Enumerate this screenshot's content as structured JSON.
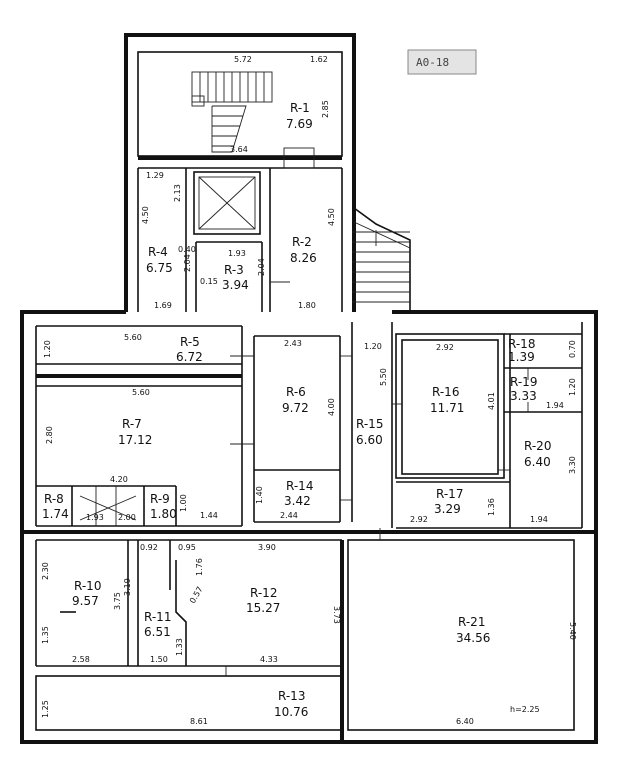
{
  "stamp": "A0-18",
  "height_note": "h=2.25",
  "rooms": [
    {
      "key": "r1",
      "id": "R-1",
      "area": "7.69"
    },
    {
      "key": "r2",
      "id": "R-2",
      "area": "8.26"
    },
    {
      "key": "r3",
      "id": "R-3",
      "area": "3.94"
    },
    {
      "key": "r4",
      "id": "R-4",
      "area": "6.75"
    },
    {
      "key": "r5",
      "id": "R-5",
      "area": "6.72"
    },
    {
      "key": "r6",
      "id": "R-6",
      "area": "9.72"
    },
    {
      "key": "r7",
      "id": "R-7",
      "area": "17.12"
    },
    {
      "key": "r8",
      "id": "R-8",
      "area": "1.74"
    },
    {
      "key": "r9",
      "id": "R-9",
      "area": "1.80"
    },
    {
      "key": "r10",
      "id": "R-10",
      "area": "9.57"
    },
    {
      "key": "r11",
      "id": "R-11",
      "area": "6.51"
    },
    {
      "key": "r12",
      "id": "R-12",
      "area": "15.27"
    },
    {
      "key": "r13",
      "id": "R-13",
      "area": "10.76"
    },
    {
      "key": "r14",
      "id": "R-14",
      "area": "3.42"
    },
    {
      "key": "r15",
      "id": "R-15",
      "area": "6.60"
    },
    {
      "key": "r16",
      "id": "R-16",
      "area": "11.71"
    },
    {
      "key": "r17",
      "id": "R-17",
      "area": "3.29"
    },
    {
      "key": "r18",
      "id": "R-18",
      "area": "1.39"
    },
    {
      "key": "r19",
      "id": "R-19",
      "area": "3.33"
    },
    {
      "key": "r20",
      "id": "R-20",
      "area": "6.40"
    },
    {
      "key": "r21",
      "id": "R-21",
      "area": "34.56"
    }
  ],
  "dims": [
    "5.72",
    "1.62",
    "2.85",
    "3.64",
    "1.29",
    "2.13",
    "4.50",
    "0.40",
    "2.04",
    "1.93",
    "0.15",
    "2.04",
    "4.50",
    "1.69",
    "1.80",
    "5.60",
    "1.20",
    "2.43",
    "1.20",
    "2.92",
    "0.70",
    "5.60",
    "2.80",
    "4.00",
    "5.50",
    "4.01",
    "1.20",
    "1.94",
    "4.20",
    "1.00",
    "1.40",
    "2.44",
    "1.44",
    "1.93",
    "2.00",
    "1.36",
    "2.92",
    "1.94",
    "3.30",
    "0.92",
    "0.95",
    "3.90",
    "2.30",
    "3.75",
    "3.19",
    "1.76",
    "0.57",
    "3.73",
    "5.40",
    "1.35",
    "1.33",
    "2.58",
    "1.50",
    "4.33",
    "1.25",
    "8.61",
    "6.40"
  ]
}
